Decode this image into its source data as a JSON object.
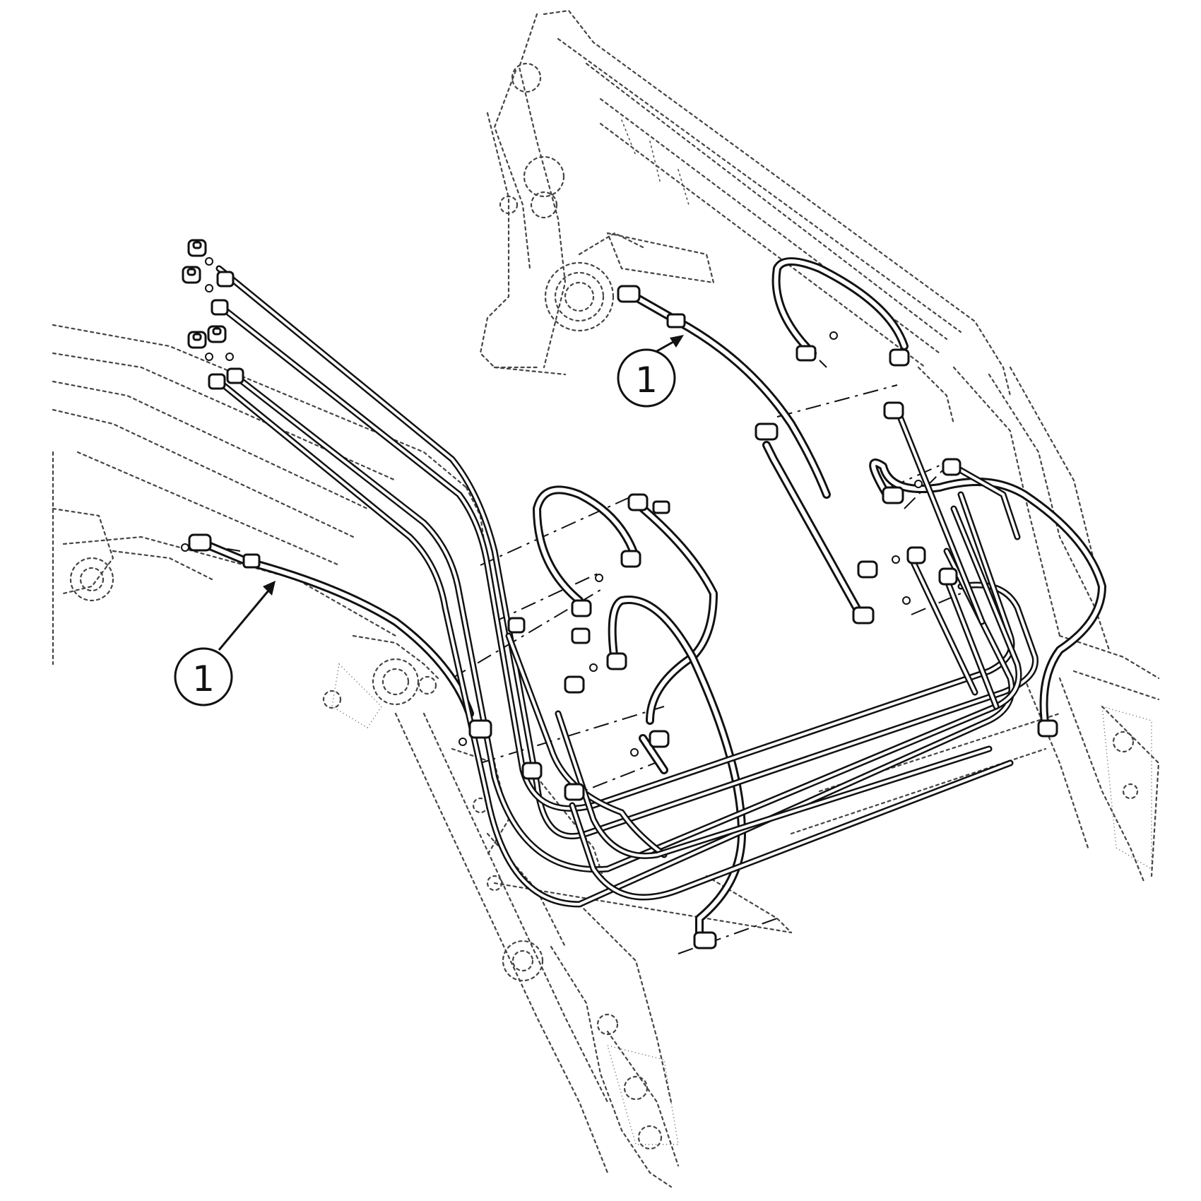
{
  "callouts": [
    {
      "id": "callout-upper",
      "label": "1"
    },
    {
      "id": "callout-lower",
      "label": "1"
    }
  ]
}
